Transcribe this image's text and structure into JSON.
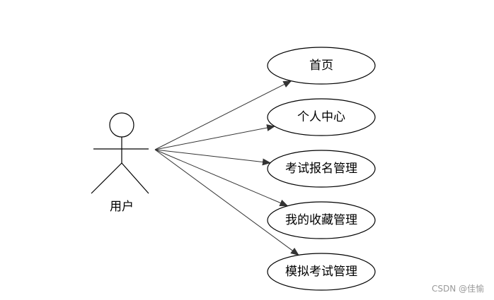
{
  "actor": {
    "label": "用户"
  },
  "use_cases": [
    {
      "label": "首页"
    },
    {
      "label": "个人中心"
    },
    {
      "label": "考试报名管理"
    },
    {
      "label": "我的收藏管理"
    },
    {
      "label": "模拟考试管理"
    }
  ],
  "watermark": "CSDN @佳愉",
  "colors": {
    "line": "#333333",
    "stroke": "#000000"
  }
}
